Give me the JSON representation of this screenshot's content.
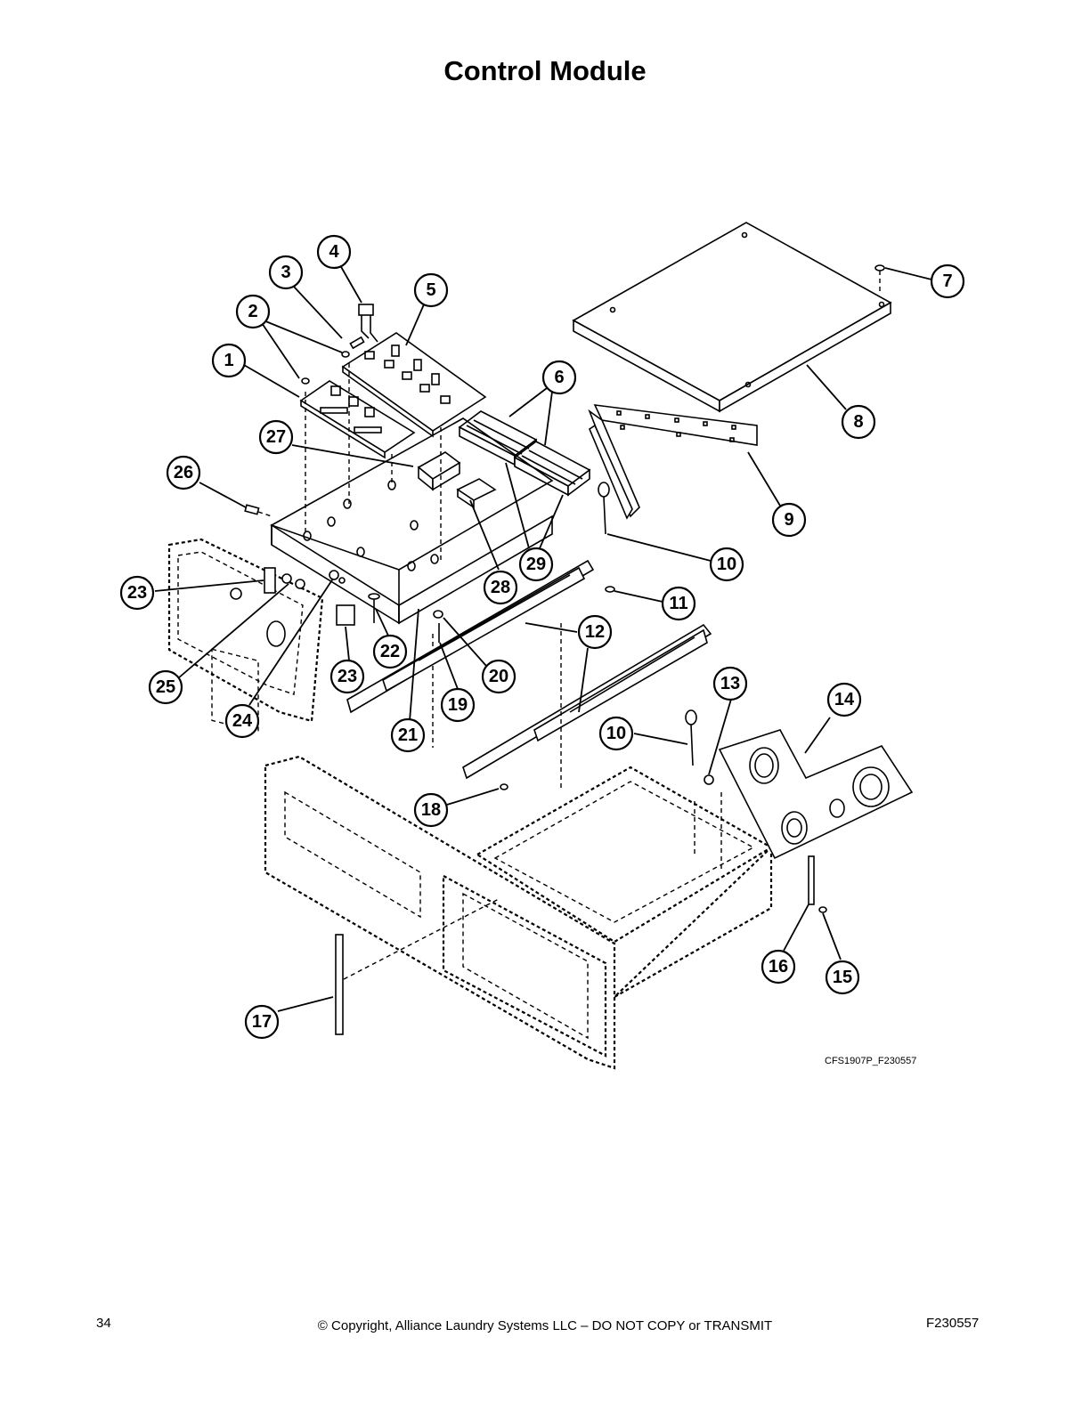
{
  "page": {
    "title": "Control Module",
    "figure_id": "CFS1907P_F230557",
    "page_number": "34",
    "copyright": "© Copyright, Alliance Laundry Systems LLC – DO NOT COPY or TRANSMIT",
    "document_number": "F230557"
  },
  "callouts": [
    {
      "label": "1"
    },
    {
      "label": "2"
    },
    {
      "label": "3"
    },
    {
      "label": "4"
    },
    {
      "label": "5"
    },
    {
      "label": "6"
    },
    {
      "label": "7"
    },
    {
      "label": "8"
    },
    {
      "label": "9"
    },
    {
      "label": "10"
    },
    {
      "label": "10"
    },
    {
      "label": "11"
    },
    {
      "label": "12"
    },
    {
      "label": "13"
    },
    {
      "label": "14"
    },
    {
      "label": "15"
    },
    {
      "label": "16"
    },
    {
      "label": "17"
    },
    {
      "label": "18"
    },
    {
      "label": "19"
    },
    {
      "label": "20"
    },
    {
      "label": "21"
    },
    {
      "label": "22"
    },
    {
      "label": "23"
    },
    {
      "label": "23"
    },
    {
      "label": "24"
    },
    {
      "label": "25"
    },
    {
      "label": "26"
    },
    {
      "label": "27"
    },
    {
      "label": "28"
    },
    {
      "label": "29"
    }
  ]
}
